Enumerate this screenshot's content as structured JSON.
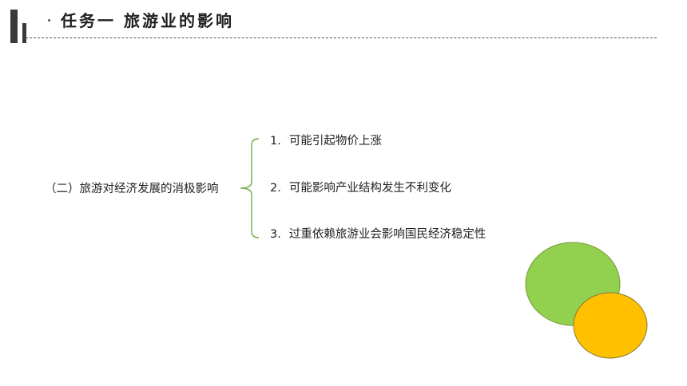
{
  "header": {
    "title": "任务一  旅游业的影响"
  },
  "content": {
    "topic": "（二）旅游对经济发展的消极影响",
    "items": [
      {
        "number": "1.",
        "text": "可能引起物价上涨"
      },
      {
        "number": "2.",
        "text": "可能影响产业结构发生不利变化"
      },
      {
        "number": "3.",
        "text": "过重依赖旅游业会影响国民经济稳定性"
      }
    ]
  },
  "colors": {
    "brace": "#70ad47",
    "circle_green": "#92d050",
    "circle_orange": "#ffc000",
    "header_bars": "#3a3a3a"
  }
}
